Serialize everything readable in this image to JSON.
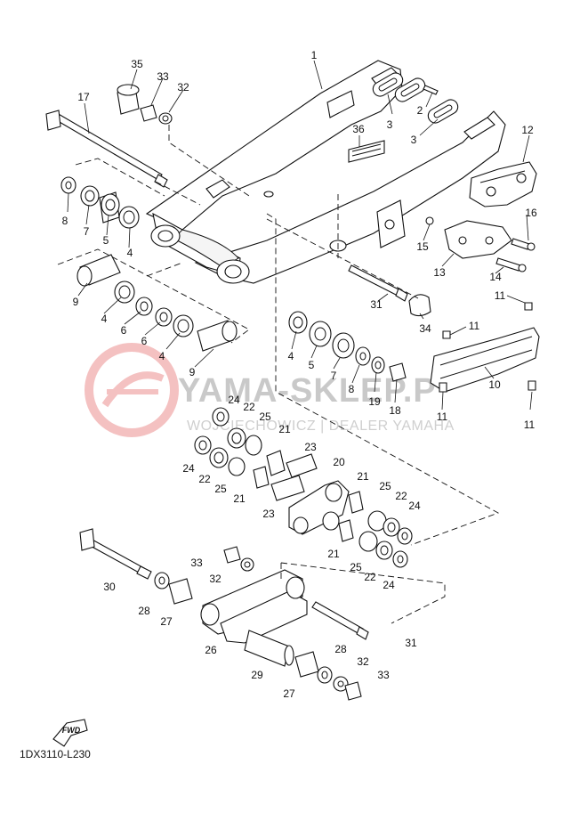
{
  "diagram_code": "1DX3110-L230",
  "fwd_label": "FWD",
  "watermark": {
    "title": "YAMA-SKLEP.P",
    "subtitle": "WOJCIECHOWICZ | DEALER YAMAHA"
  },
  "colors": {
    "line": "#111111",
    "watermark_red": "#e05050",
    "watermark_gray": "#c9c9c9"
  },
  "labels": [
    {
      "id": "l1",
      "text": "1"
    },
    {
      "id": "l2",
      "text": "2"
    },
    {
      "id": "l3a",
      "text": "3"
    },
    {
      "id": "l3b",
      "text": "3"
    },
    {
      "id": "l4a",
      "text": "4"
    },
    {
      "id": "l4b",
      "text": "4"
    },
    {
      "id": "l4c",
      "text": "4"
    },
    {
      "id": "l4d",
      "text": "4"
    },
    {
      "id": "l5a",
      "text": "5"
    },
    {
      "id": "l5b",
      "text": "5"
    },
    {
      "id": "l6a",
      "text": "6"
    },
    {
      "id": "l6b",
      "text": "6"
    },
    {
      "id": "l7a",
      "text": "7"
    },
    {
      "id": "l7b",
      "text": "7"
    },
    {
      "id": "l8a",
      "text": "8"
    },
    {
      "id": "l8b",
      "text": "8"
    },
    {
      "id": "l9a",
      "text": "9"
    },
    {
      "id": "l9b",
      "text": "9"
    },
    {
      "id": "l10",
      "text": "10"
    },
    {
      "id": "l11a",
      "text": "11"
    },
    {
      "id": "l11b",
      "text": "11"
    },
    {
      "id": "l11c",
      "text": "11"
    },
    {
      "id": "l11d",
      "text": "11"
    },
    {
      "id": "l12",
      "text": "12"
    },
    {
      "id": "l13",
      "text": "13"
    },
    {
      "id": "l14",
      "text": "14"
    },
    {
      "id": "l15",
      "text": "15"
    },
    {
      "id": "l16",
      "text": "16"
    },
    {
      "id": "l17",
      "text": "17"
    },
    {
      "id": "l18",
      "text": "18"
    },
    {
      "id": "l19",
      "text": "19"
    },
    {
      "id": "l20",
      "text": "20"
    },
    {
      "id": "l21a",
      "text": "21"
    },
    {
      "id": "l21b",
      "text": "21"
    },
    {
      "id": "l21c",
      "text": "21"
    },
    {
      "id": "l21d",
      "text": "21"
    },
    {
      "id": "l22a",
      "text": "22"
    },
    {
      "id": "l22b",
      "text": "22"
    },
    {
      "id": "l22c",
      "text": "22"
    },
    {
      "id": "l22d",
      "text": "22"
    },
    {
      "id": "l23a",
      "text": "23"
    },
    {
      "id": "l23b",
      "text": "23"
    },
    {
      "id": "l24a",
      "text": "24"
    },
    {
      "id": "l24b",
      "text": "24"
    },
    {
      "id": "l24c",
      "text": "24"
    },
    {
      "id": "l24d",
      "text": "24"
    },
    {
      "id": "l25a",
      "text": "25"
    },
    {
      "id": "l25b",
      "text": "25"
    },
    {
      "id": "l25c",
      "text": "25"
    },
    {
      "id": "l25d",
      "text": "25"
    },
    {
      "id": "l26",
      "text": "26"
    },
    {
      "id": "l27a",
      "text": "27"
    },
    {
      "id": "l27b",
      "text": "27"
    },
    {
      "id": "l28a",
      "text": "28"
    },
    {
      "id": "l28b",
      "text": "28"
    },
    {
      "id": "l29",
      "text": "29"
    },
    {
      "id": "l30",
      "text": "30"
    },
    {
      "id": "l31a",
      "text": "31"
    },
    {
      "id": "l31b",
      "text": "31"
    },
    {
      "id": "l32a",
      "text": "32"
    },
    {
      "id": "l32b",
      "text": "32"
    },
    {
      "id": "l32c",
      "text": "32"
    },
    {
      "id": "l33a",
      "text": "33"
    },
    {
      "id": "l33b",
      "text": "33"
    },
    {
      "id": "l33c",
      "text": "33"
    },
    {
      "id": "l34",
      "text": "34"
    },
    {
      "id": "l35",
      "text": "35"
    },
    {
      "id": "l36",
      "text": "36"
    }
  ]
}
